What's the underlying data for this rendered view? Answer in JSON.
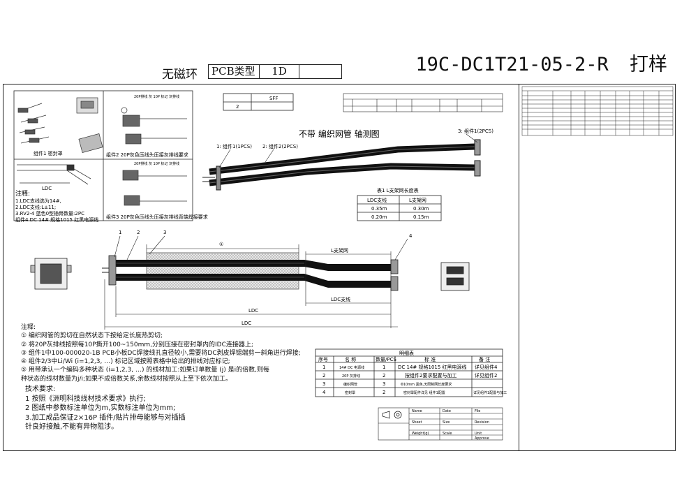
{
  "header": {
    "no_magnetic_ring": "无磁环",
    "pcb_type_label": "PCB类型",
    "pcb_type_value": "1D",
    "part_number": "19C-DC1T21-05-2-R",
    "sample": "打样"
  },
  "inset_top": {
    "col_header": "SFF",
    "value": "2"
  },
  "diagram": {
    "title": "不带 编织网管 轴测图",
    "callout_1": "1: 组件1(1PCS)",
    "callout_2": "2: 组件2(2PCS)",
    "callout_3": "3: 组件1(2PCS)",
    "dim_l_branch": "L支架网",
    "dim_ldc_branch": "LDC支线",
    "dim_ldc": "LDC",
    "dim_l_main": "LDC",
    "ref_numbers": [
      "1",
      "2",
      "3",
      "4"
    ],
    "circle_ref": "①"
  },
  "length_table": {
    "title": "表1 L支架网长度表",
    "headers": [
      "LDC支线",
      "L支架网"
    ],
    "rows": [
      [
        "0.35m",
        "0.30m"
      ],
      [
        "0.20m",
        "0.15m"
      ]
    ]
  },
  "sub_panels": {
    "p1_caption": "组件1  密封罩",
    "p2_caption": "组件2  20P灰色压线头压接灰排线要求",
    "p3_caption": "组件3  20P灰色压线头压接灰排线背端焊接要求",
    "p4_notes": [
      "注释:",
      "1.LDC支线选为14#,",
      "2.LDC支线:L±11;",
      "3.RV2-4 蓝色0型插骨数量:2PC",
      "组件4  DC 14# 规格1015 红黑电源线"
    ]
  },
  "notes": {
    "title": "注释:",
    "lines": [
      "① 编织网管的剪切在自然状态下按给定长度热剪切;",
      "② 将20P灰排线按照每10P撕开100~150mm,分别压接在密封罩内的IDC连接器上;",
      "③ 组件1中100-000020-1B PCB小板DC焊接线孔直径较小,需要将DC剥皮焊锡端剪一斜角进行焊接;",
      "④ 组件2/3中Li/Wi (i=1,2,3, …) 标记区域按照表格中给出的排线对应标记;",
      "⑤ 用带承认一个编码多种状态 (i=1,2,3, …) 的线材加工:如果订单数量 (j) 是i的倍数,则每",
      "种状态的线材数量为j/i;如果不成倍数关系,余数线材按照从上至下依次加工。"
    ]
  },
  "tech_req": {
    "title": "技术要求:",
    "lines": [
      "1 按照《洲明科技线材技术要求》执行;",
      "2 图纸中参数标注单位为m,实数标注单位为mm;",
      "3.加工成品保证2×16P 插件/贴片排母能够与对插插",
      "针良好接触,不能有异物阻涉。"
    ]
  },
  "bom": {
    "title": "明细表",
    "headers": [
      "序号",
      "名 称",
      "数量/PCS",
      "标 准",
      "备 注"
    ],
    "rows": [
      [
        "1",
        "14# DC 电源线",
        "1",
        "DC 14# 规格1015 红黑电源线",
        "详见组件4"
      ],
      [
        "2",
        "20P 灰排线",
        "2",
        "按组件2要求配置与加工",
        "详见组件2"
      ],
      [
        "3",
        "编织网管",
        "3",
        "Φ10mm 黑色,无限制网长度要求",
        ""
      ],
      [
        "4",
        "密封罩",
        "2",
        "密封罩配件详见 组件1配置",
        "详见组件1配置与加工"
      ]
    ]
  },
  "title_block": {
    "cells": [
      "Name",
      "Date",
      "File",
      "Sheet",
      "Size",
      "Revision",
      "Weight(g)",
      "Scale",
      "Unit",
      "Approve"
    ]
  }
}
